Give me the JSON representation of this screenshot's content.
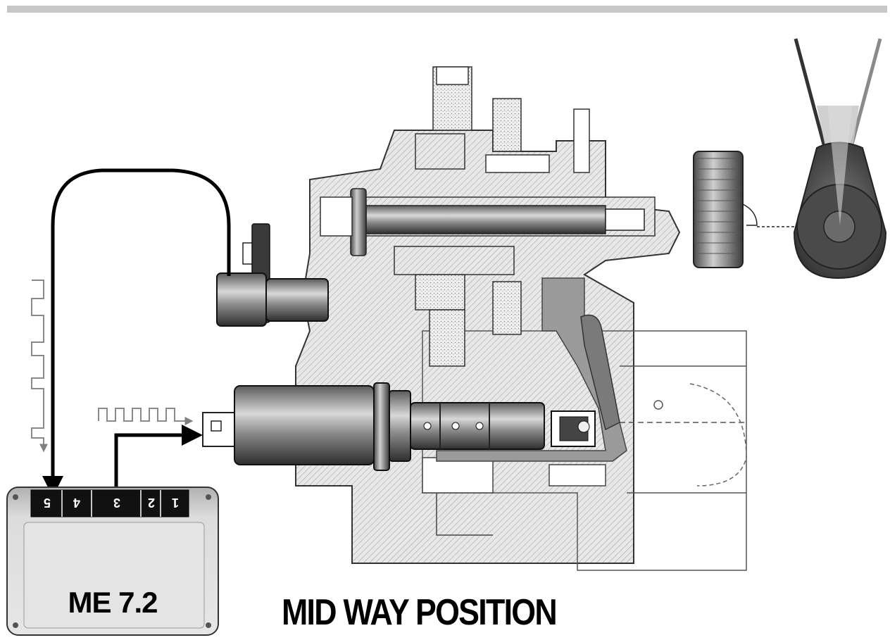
{
  "diagram": {
    "caption": "MID WAY POSITION",
    "ecu": {
      "label": "ME 7.2",
      "pins": [
        "5",
        "4",
        "3",
        "2",
        "1"
      ]
    }
  }
}
